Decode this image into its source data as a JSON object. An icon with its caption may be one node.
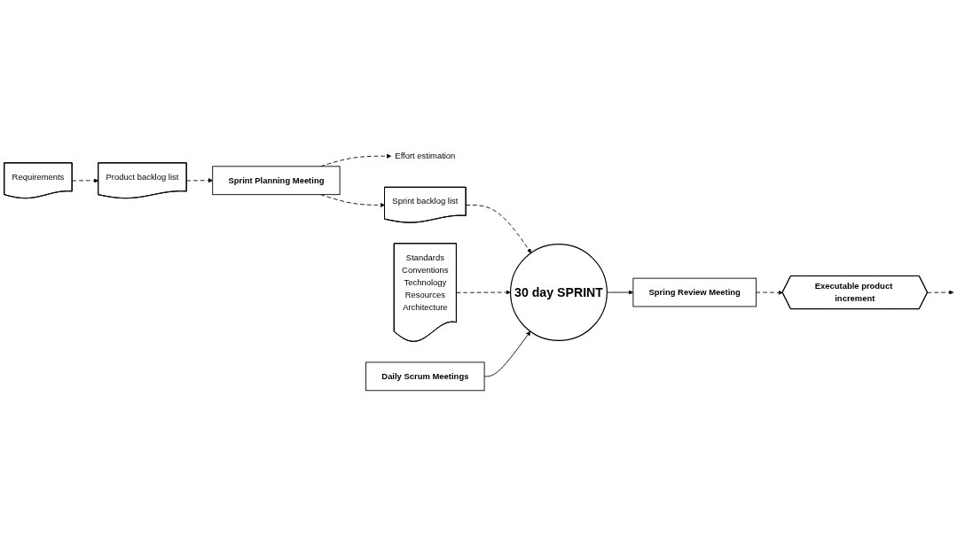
{
  "diagram": {
    "nodes": [
      {
        "text": [
          "Requirements"
        ]
      },
      {
        "text": [
          "Product backlog list"
        ]
      },
      {
        "text": [
          "Sprint Planning Meeting"
        ]
      },
      {
        "text": [
          "Effort estimation"
        ]
      },
      {
        "text": [
          "Sprint backlog list"
        ]
      },
      {
        "text": [
          "Standards",
          "Conventions",
          "Technology",
          "Resources",
          "Architecture"
        ]
      },
      {
        "text": [
          "30 day SPRINT"
        ]
      },
      {
        "text": [
          "Daily Scrum Meetings"
        ]
      },
      {
        "text": [
          "Spring Review Meeting"
        ]
      },
      {
        "text": [
          "Executable product increment"
        ]
      }
    ],
    "edges": [
      {
        "from": 0,
        "to": 1,
        "arrow": "to",
        "style": "dashed"
      },
      {
        "from": 1,
        "to": 2,
        "arrow": "to",
        "style": "dashed"
      },
      {
        "from": 2,
        "to": 3,
        "arrow": "to",
        "style": "dashed"
      },
      {
        "from": 2,
        "to": 4,
        "arrow": "to",
        "style": "dashed"
      },
      {
        "from": 4,
        "to": 6,
        "arrow": "to",
        "style": "dashed"
      },
      {
        "from": 5,
        "to": 6,
        "arrow": "to",
        "style": "dashed"
      },
      {
        "from": 7,
        "to": 6,
        "arrow": "to"
      },
      {
        "from": 6,
        "to": 8,
        "arrow": "to"
      },
      {
        "from": 8,
        "to": 9,
        "arrow": "to",
        "style": "dashed"
      },
      {
        "from": 9,
        "to": null,
        "arrow": "to",
        "style": "dashed"
      }
    ]
  }
}
